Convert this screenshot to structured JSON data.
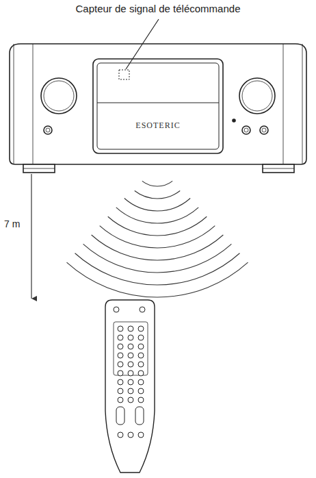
{
  "diagram": {
    "labels": [
      "Capteur de signal de télécommande",
      "7 m",
      "ESOTERIC"
    ]
  }
}
